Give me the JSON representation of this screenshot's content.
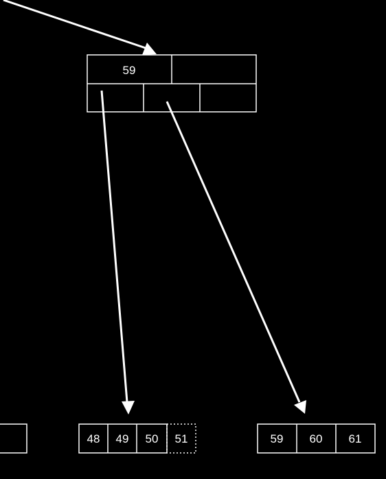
{
  "diagram": {
    "background_color": "#000000",
    "stroke_color": "#ffffff",
    "internal_node": {
      "keys": [
        "59",
        ""
      ],
      "pointer_slots": 3
    },
    "leaves": [
      {
        "name": "partial-leaf-left",
        "keys": [
          ""
        ]
      },
      {
        "name": "leaf-48-51",
        "keys": [
          "48",
          "49",
          "50",
          "51"
        ],
        "dotted_last": true
      },
      {
        "name": "leaf-59-61",
        "keys": [
          "59",
          "60",
          "61"
        ]
      }
    ]
  }
}
